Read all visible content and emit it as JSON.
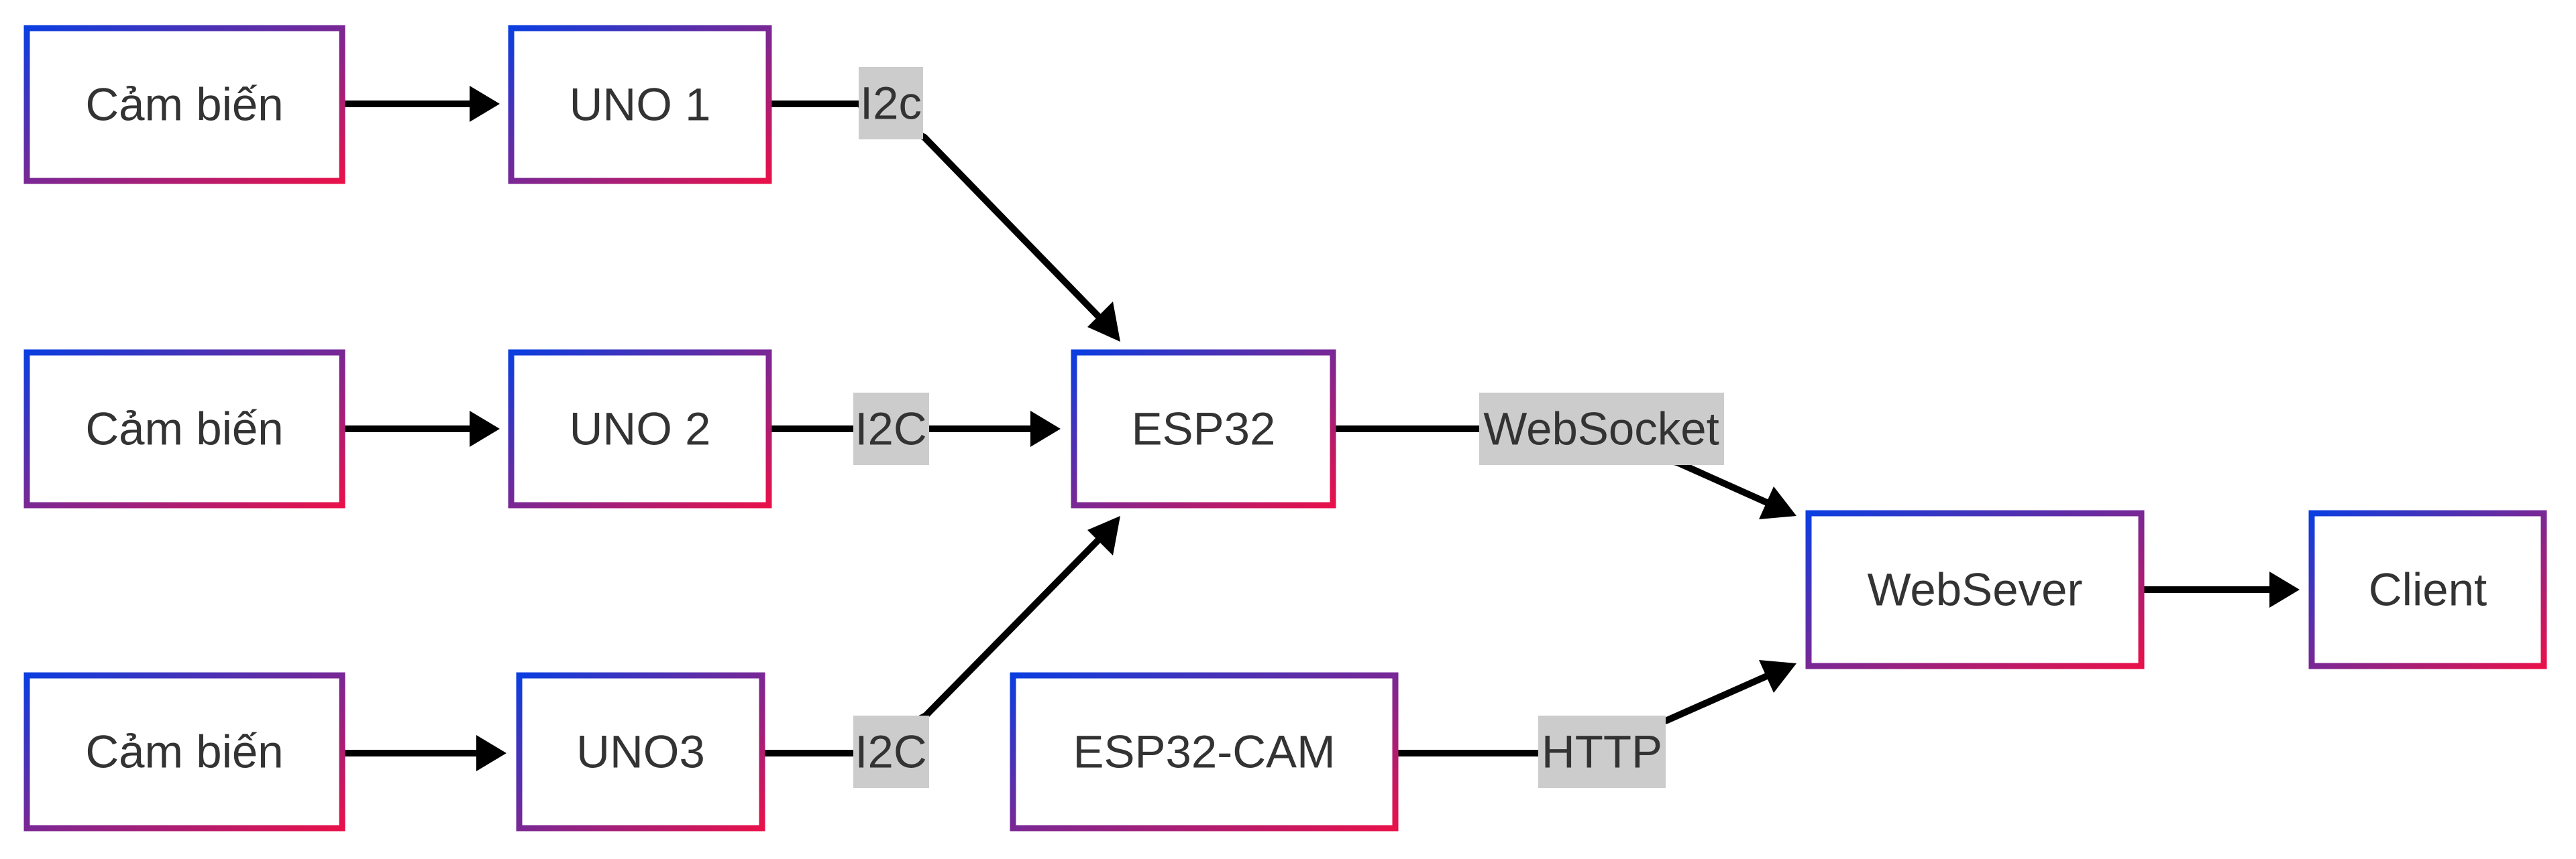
{
  "style": {
    "border_gradient_start": "#0b3ee0",
    "border_gradient_end": "#e8114a",
    "label_background": "#cccccc",
    "text_color": "#333333",
    "line_color": "#000000"
  },
  "nodes": {
    "sensor1": "Cảm biến",
    "sensor2": "Cảm biến",
    "sensor3": "Cảm biến",
    "uno1": "UNO 1",
    "uno2": "UNO 2",
    "uno3": "UNO3",
    "esp32": "ESP32",
    "esp32cam": "ESP32-CAM",
    "webserver": "WebSever",
    "client": "Client"
  },
  "edges": [
    {
      "from": "sensor1",
      "to": "uno1",
      "label": ""
    },
    {
      "from": "sensor2",
      "to": "uno2",
      "label": ""
    },
    {
      "from": "sensor3",
      "to": "uno3",
      "label": ""
    },
    {
      "from": "uno1",
      "to": "esp32",
      "label": "I2c"
    },
    {
      "from": "uno2",
      "to": "esp32",
      "label": "I2C"
    },
    {
      "from": "uno3",
      "to": "esp32",
      "label": "I2C"
    },
    {
      "from": "esp32",
      "to": "webserver",
      "label": "WebSocket"
    },
    {
      "from": "esp32cam",
      "to": "webserver",
      "label": "HTTP"
    },
    {
      "from": "webserver",
      "to": "client",
      "label": ""
    }
  ],
  "edge_labels": {
    "uno1_esp32": "I2c",
    "uno2_esp32": "I2C",
    "uno3_esp32": "I2C",
    "esp32_webserver": "WebSocket",
    "esp32cam_webserver": "HTTP"
  }
}
